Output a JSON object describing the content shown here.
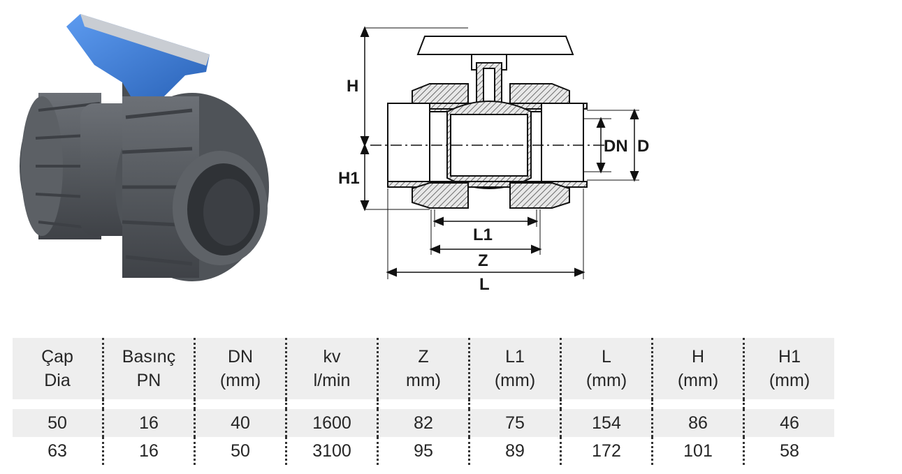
{
  "diagram": {
    "labels": {
      "h": "H",
      "h1": "H1",
      "dn": "DN",
      "d": "D",
      "l1": "L1",
      "z": "Z",
      "l": "L"
    }
  },
  "table": {
    "headers": [
      {
        "line1": "Çap",
        "line2": "Dia"
      },
      {
        "line1": "Basınç",
        "line2": "PN"
      },
      {
        "line1": "DN",
        "line2": "(mm)"
      },
      {
        "line1": "kv",
        "line2": "l/min"
      },
      {
        "line1": "Z",
        "line2": "mm)"
      },
      {
        "line1": "L1",
        "line2": "(mm)"
      },
      {
        "line1": "L",
        "line2": "(mm)"
      },
      {
        "line1": "H",
        "line2": "(mm)"
      },
      {
        "line1": "H1",
        "line2": "(mm)"
      }
    ],
    "rows": [
      [
        "50",
        "16",
        "40",
        "1600",
        "82",
        "75",
        "154",
        "86",
        "46"
      ],
      [
        "63",
        "16",
        "50",
        "3100",
        "95",
        "89",
        "172",
        "101",
        "58"
      ]
    ]
  },
  "colors": {
    "valve_body": "#55595e",
    "handle": "#3a7bd5",
    "table_band": "#eeeeee"
  }
}
